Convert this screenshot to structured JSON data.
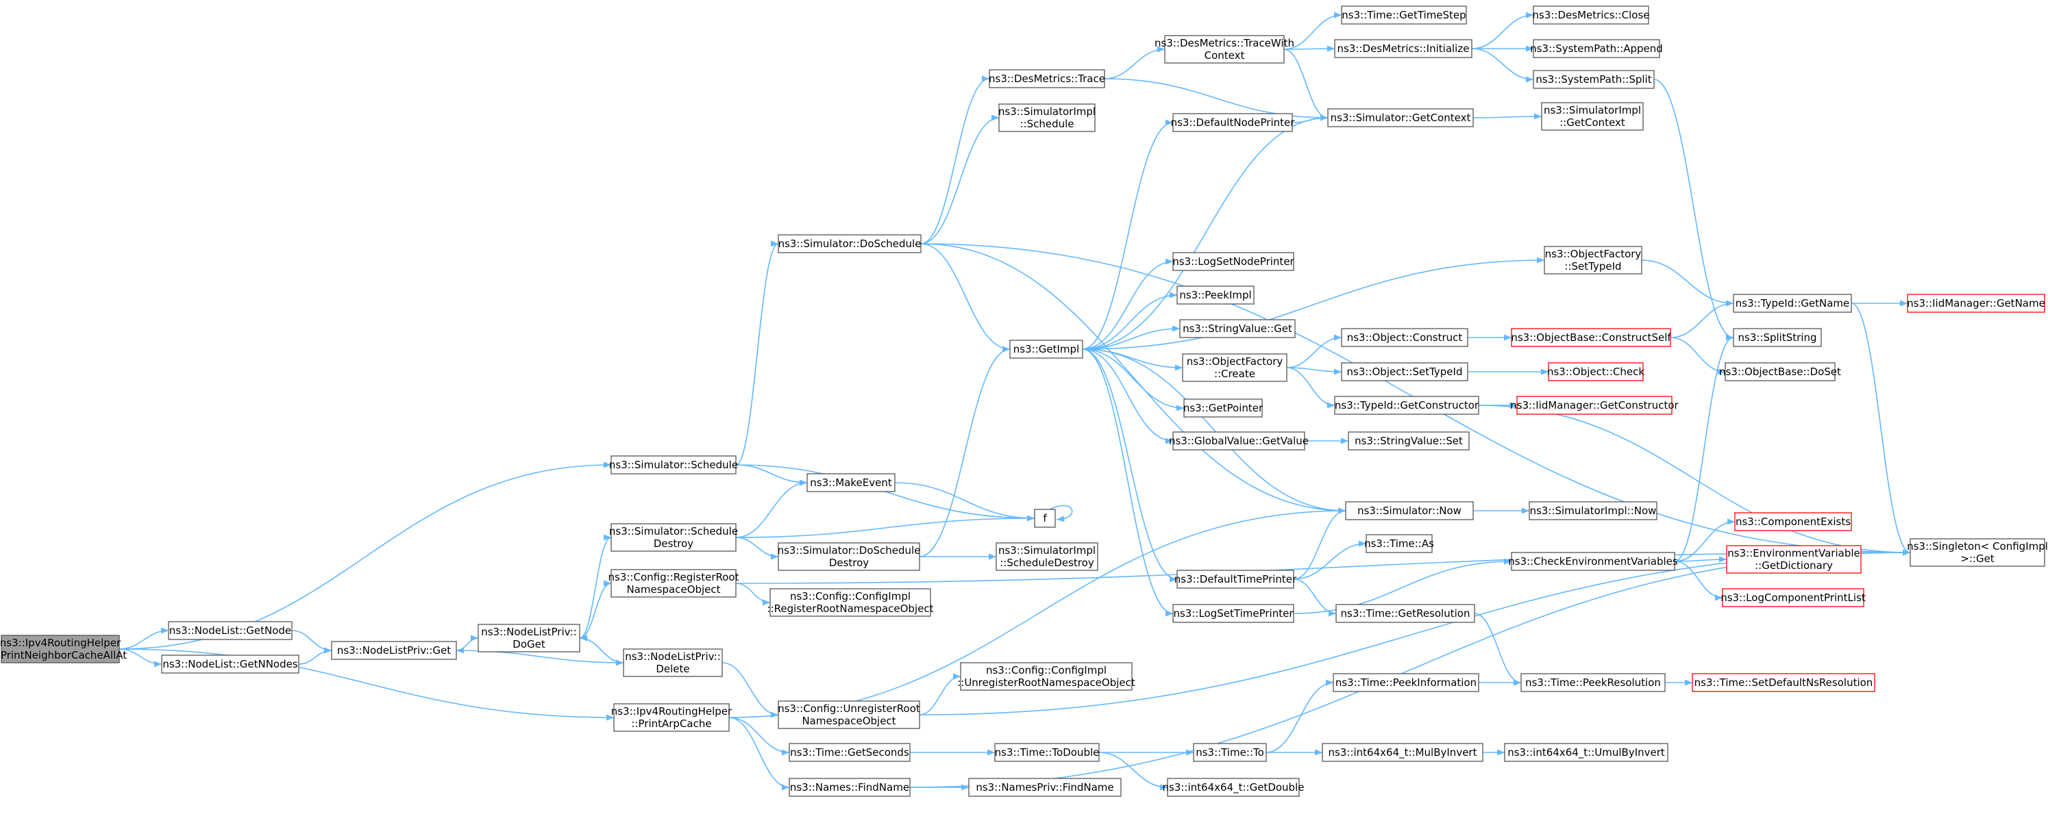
{
  "root": "n0",
  "nodes": [
    {
      "id": "n0",
      "lines": [
        "ns3::Ipv4RoutingHelper",
        "::PrintNeighborCacheAllAt"
      ],
      "style": "root"
    },
    {
      "id": "n1",
      "lines": [
        "ns3::Simulator::Schedule"
      ]
    },
    {
      "id": "n2",
      "lines": [
        "ns3::NodeList::GetNode"
      ]
    },
    {
      "id": "n3",
      "lines": [
        "ns3::NodeList::GetNNodes"
      ]
    },
    {
      "id": "n4",
      "lines": [
        "ns3::Ipv4RoutingHelper",
        "::PrintArpCache"
      ]
    },
    {
      "id": "n5",
      "lines": [
        "ns3::NodeListPriv::Get"
      ]
    },
    {
      "id": "n6",
      "lines": [
        "ns3::NodeListPriv::",
        "DoGet"
      ]
    },
    {
      "id": "n7",
      "lines": [
        "ns3::NodeListPriv::",
        "Delete"
      ]
    },
    {
      "id": "n8",
      "lines": [
        "ns3::Simulator::Schedule",
        "Destroy"
      ]
    },
    {
      "id": "n9",
      "lines": [
        "ns3::Config::RegisterRoot",
        "NamespaceObject"
      ]
    },
    {
      "id": "n10",
      "lines": [
        "ns3::MakeEvent"
      ]
    },
    {
      "id": "n11",
      "lines": [
        "f"
      ]
    },
    {
      "id": "n12",
      "lines": [
        "ns3::Simulator::DoSchedule"
      ]
    },
    {
      "id": "n13",
      "lines": [
        "ns3::Simulator::DoSchedule",
        "Destroy"
      ]
    },
    {
      "id": "n14",
      "lines": [
        "ns3::Config::ConfigImpl",
        "::RegisterRootNamespaceObject"
      ]
    },
    {
      "id": "n15",
      "lines": [
        "ns3::Config::UnregisterRoot",
        "NamespaceObject"
      ]
    },
    {
      "id": "n16",
      "lines": [
        "ns3::Time::GetSeconds"
      ]
    },
    {
      "id": "n17",
      "lines": [
        "ns3::Names::FindName"
      ]
    },
    {
      "id": "n18",
      "lines": [
        "ns3::DesMetrics::Trace"
      ]
    },
    {
      "id": "n19",
      "lines": [
        "ns3::SimulatorImpl",
        "::Schedule"
      ]
    },
    {
      "id": "n20",
      "lines": [
        "ns3::GetImpl"
      ]
    },
    {
      "id": "n21",
      "lines": [
        "ns3::SimulatorImpl",
        "::ScheduleDestroy"
      ]
    },
    {
      "id": "n22",
      "lines": [
        "ns3::Config::ConfigImpl",
        "::UnregisterRootNamespaceObject"
      ]
    },
    {
      "id": "n23",
      "lines": [
        "ns3::Time::ToDouble"
      ]
    },
    {
      "id": "n24",
      "lines": [
        "ns3::NamesPriv::FindName"
      ]
    },
    {
      "id": "n25",
      "lines": [
        "ns3::DesMetrics::TraceWith",
        "Context"
      ]
    },
    {
      "id": "n26",
      "lines": [
        "ns3::DefaultNodePrinter"
      ]
    },
    {
      "id": "n27",
      "lines": [
        "ns3::LogSetNodePrinter"
      ]
    },
    {
      "id": "n28",
      "lines": [
        "ns3::PeekImpl"
      ]
    },
    {
      "id": "n29",
      "lines": [
        "ns3::StringValue::Get"
      ]
    },
    {
      "id": "n30",
      "lines": [
        "ns3::ObjectFactory",
        "::Create"
      ]
    },
    {
      "id": "n31",
      "lines": [
        "ns3::GetPointer"
      ]
    },
    {
      "id": "n32",
      "lines": [
        "ns3::GlobalValue::GetValue"
      ]
    },
    {
      "id": "n33",
      "lines": [
        "ns3::DefaultTimePrinter"
      ]
    },
    {
      "id": "n34",
      "lines": [
        "ns3::LogSetTimePrinter"
      ]
    },
    {
      "id": "n35",
      "lines": [
        "ns3::Time::To"
      ]
    },
    {
      "id": "n36",
      "lines": [
        "ns3::int64x64_t::GetDouble"
      ]
    },
    {
      "id": "n37",
      "lines": [
        "ns3::Time::GetTimeStep"
      ]
    },
    {
      "id": "n38",
      "lines": [
        "ns3::DesMetrics::Initialize"
      ]
    },
    {
      "id": "n39",
      "lines": [
        "ns3::Simulator::GetContext"
      ]
    },
    {
      "id": "n40",
      "lines": [
        "ns3::Object::Construct"
      ]
    },
    {
      "id": "n41",
      "lines": [
        "ns3::Object::SetTypeId"
      ]
    },
    {
      "id": "n42",
      "lines": [
        "ns3::TypeId::GetConstructor"
      ]
    },
    {
      "id": "n43",
      "lines": [
        "ns3::StringValue::Set"
      ]
    },
    {
      "id": "n44",
      "lines": [
        "ns3::Simulator::Now"
      ]
    },
    {
      "id": "n45",
      "lines": [
        "ns3::Time::As"
      ]
    },
    {
      "id": "n46",
      "lines": [
        "ns3::Time::GetResolution"
      ]
    },
    {
      "id": "n47",
      "lines": [
        "ns3::Time::PeekInformation"
      ]
    },
    {
      "id": "n48",
      "lines": [
        "ns3::int64x64_t::MulByInvert"
      ]
    },
    {
      "id": "n49",
      "lines": [
        "ns3::DesMetrics::Close"
      ]
    },
    {
      "id": "n50",
      "lines": [
        "ns3::SystemPath::Append"
      ]
    },
    {
      "id": "n51",
      "lines": [
        "ns3::SystemPath::Split"
      ]
    },
    {
      "id": "n52",
      "lines": [
        "ns3::SimulatorImpl",
        "::GetContext"
      ]
    },
    {
      "id": "n53",
      "lines": [
        "ns3::ObjectFactory",
        "::SetTypeId"
      ]
    },
    {
      "id": "n54",
      "lines": [
        "ns3::ObjectBase::ConstructSelf"
      ],
      "style": "red"
    },
    {
      "id": "n55",
      "lines": [
        "ns3::Object::Check"
      ],
      "style": "red"
    },
    {
      "id": "n56",
      "lines": [
        "ns3::IidManager::GetConstructor"
      ],
      "style": "red"
    },
    {
      "id": "n57",
      "lines": [
        "ns3::SimulatorImpl::Now"
      ]
    },
    {
      "id": "n58",
      "lines": [
        "ns3::CheckEnvironmentVariables"
      ]
    },
    {
      "id": "n59",
      "lines": [
        "ns3::Time::PeekResolution"
      ]
    },
    {
      "id": "n60",
      "lines": [
        "ns3::int64x64_t::UmulByInvert"
      ]
    },
    {
      "id": "n61",
      "lines": [
        "ns3::TypeId::GetName"
      ]
    },
    {
      "id": "n62",
      "lines": [
        "ns3::SplitString"
      ]
    },
    {
      "id": "n63",
      "lines": [
        "ns3::ObjectBase::DoSet"
      ]
    },
    {
      "id": "n64",
      "lines": [
        "ns3::ComponentExists"
      ],
      "style": "red"
    },
    {
      "id": "n65",
      "lines": [
        "ns3::EnvironmentVariable",
        "::GetDictionary"
      ],
      "style": "red"
    },
    {
      "id": "n66",
      "lines": [
        "ns3::LogComponentPrintList"
      ],
      "style": "red"
    },
    {
      "id": "n67",
      "lines": [
        "ns3::Time::SetDefaultNsResolution"
      ],
      "style": "red"
    },
    {
      "id": "n68",
      "lines": [
        "ns3::IidManager::GetName"
      ],
      "style": "red"
    },
    {
      "id": "n69",
      "lines": [
        "ns3::Singleton< ConfigImpl",
        " >::Get"
      ]
    }
  ],
  "edges": [
    [
      "n0",
      "n1"
    ],
    [
      "n0",
      "n2"
    ],
    [
      "n0",
      "n3"
    ],
    [
      "n0",
      "n4"
    ],
    [
      "n2",
      "n5"
    ],
    [
      "n3",
      "n5"
    ],
    [
      "n5",
      "n6"
    ],
    [
      "n6",
      "n8"
    ],
    [
      "n6",
      "n9"
    ],
    [
      "n6",
      "n7"
    ],
    [
      "n7",
      "n6"
    ],
    [
      "n7",
      "n5"
    ],
    [
      "n7",
      "n15"
    ],
    [
      "n1",
      "n12"
    ],
    [
      "n1",
      "n10"
    ],
    [
      "n1",
      "n11"
    ],
    [
      "n8",
      "n10"
    ],
    [
      "n8",
      "n13"
    ],
    [
      "n8",
      "n11"
    ],
    [
      "n10",
      "n11"
    ],
    [
      "n11",
      "n11"
    ],
    [
      "n9",
      "n14"
    ],
    [
      "n9",
      "n69"
    ],
    [
      "n4",
      "n44"
    ],
    [
      "n4",
      "n16"
    ],
    [
      "n4",
      "n17"
    ],
    [
      "n12",
      "n18"
    ],
    [
      "n12",
      "n19"
    ],
    [
      "n12",
      "n20"
    ],
    [
      "n12",
      "n44"
    ],
    [
      "n12",
      "n69"
    ],
    [
      "n13",
      "n20"
    ],
    [
      "n13",
      "n21"
    ],
    [
      "n15",
      "n22"
    ],
    [
      "n15",
      "n69"
    ],
    [
      "n16",
      "n23"
    ],
    [
      "n17",
      "n24"
    ],
    [
      "n17",
      "n69"
    ],
    [
      "n18",
      "n25"
    ],
    [
      "n18",
      "n39"
    ],
    [
      "n20",
      "n26"
    ],
    [
      "n20",
      "n27"
    ],
    [
      "n20",
      "n28"
    ],
    [
      "n20",
      "n29"
    ],
    [
      "n20",
      "n30"
    ],
    [
      "n20",
      "n31"
    ],
    [
      "n20",
      "n32"
    ],
    [
      "n20",
      "n33"
    ],
    [
      "n20",
      "n34"
    ],
    [
      "n20",
      "n53"
    ],
    [
      "n20",
      "n44"
    ],
    [
      "n23",
      "n35"
    ],
    [
      "n23",
      "n36"
    ],
    [
      "n25",
      "n37"
    ],
    [
      "n25",
      "n38"
    ],
    [
      "n25",
      "n39"
    ],
    [
      "n26",
      "n39"
    ],
    [
      "n39",
      "n20"
    ],
    [
      "n39",
      "n52"
    ],
    [
      "n30",
      "n40"
    ],
    [
      "n30",
      "n41"
    ],
    [
      "n30",
      "n42"
    ],
    [
      "n32",
      "n43"
    ],
    [
      "n33",
      "n44"
    ],
    [
      "n33",
      "n45"
    ],
    [
      "n33",
      "n46"
    ],
    [
      "n34",
      "n58"
    ],
    [
      "n35",
      "n47"
    ],
    [
      "n35",
      "n48"
    ],
    [
      "n38",
      "n49"
    ],
    [
      "n38",
      "n50"
    ],
    [
      "n38",
      "n51"
    ],
    [
      "n40",
      "n54"
    ],
    [
      "n41",
      "n55"
    ],
    [
      "n42",
      "n56"
    ],
    [
      "n42",
      "n69"
    ],
    [
      "n44",
      "n57"
    ],
    [
      "n46",
      "n59"
    ],
    [
      "n47",
      "n59"
    ],
    [
      "n48",
      "n60"
    ],
    [
      "n51",
      "n62"
    ],
    [
      "n53",
      "n61"
    ],
    [
      "n54",
      "n61"
    ],
    [
      "n54",
      "n63"
    ],
    [
      "n58",
      "n64"
    ],
    [
      "n58",
      "n65"
    ],
    [
      "n58",
      "n66"
    ],
    [
      "n58",
      "n62"
    ],
    [
      "n59",
      "n67"
    ],
    [
      "n61",
      "n68"
    ],
    [
      "n61",
      "n69"
    ]
  ]
}
